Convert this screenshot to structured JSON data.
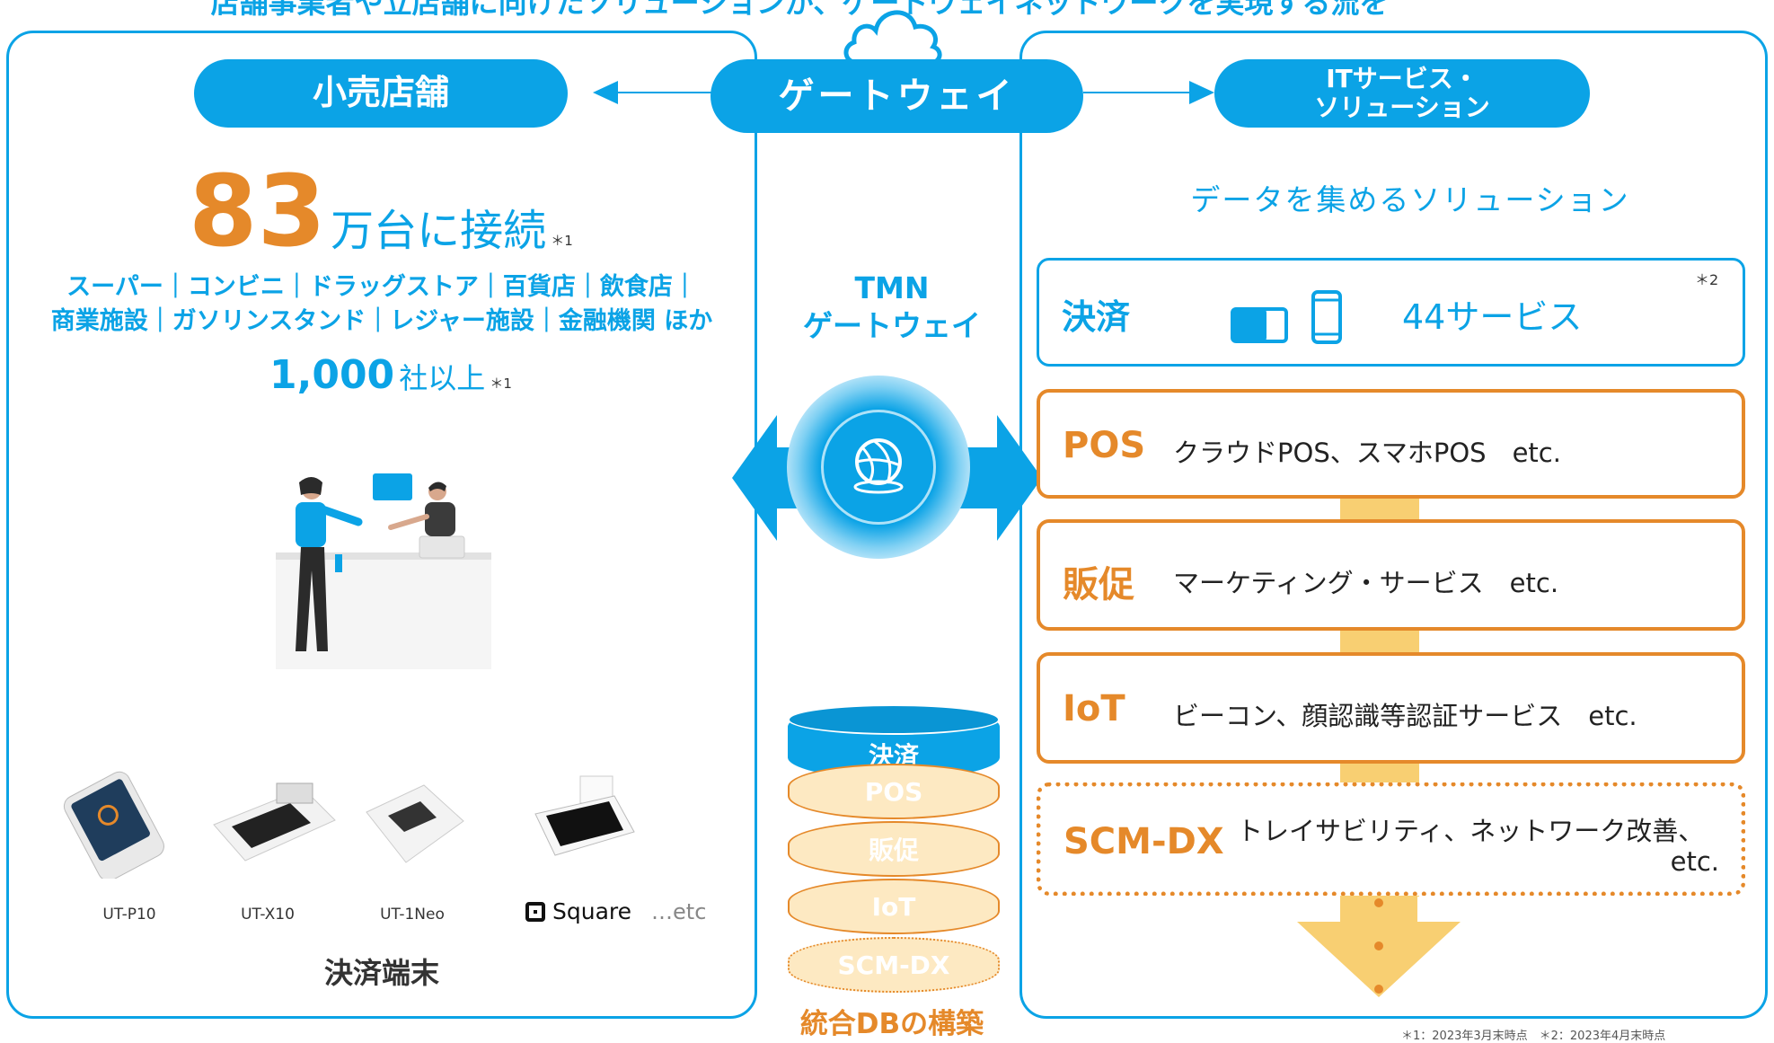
{
  "header": {
    "top_banner": "店舗事業者や立店舗に向けたソリューションが、ゲートウェイネットワークを実現する流を"
  },
  "left": {
    "pill": "小売店舗",
    "count_number": "83",
    "count_suffix": "万台に接続",
    "count_note": "＊1",
    "categories_line1": "スーパー｜コンビニ｜ドラッグストア｜百貨店｜飲食店｜",
    "categories_line2": "商業施設｜ガソリンスタンド｜レジャー施設｜金融機関 ほか",
    "companies_number": "1,000",
    "companies_suffix": "社以上",
    "companies_note": "＊1",
    "devices": [
      "UT-P10",
      "UT-X10",
      "UT-1Neo"
    ],
    "square_label": "Square",
    "etc_label": "…etc",
    "terminals_title": "決済端末"
  },
  "center": {
    "pill": "ゲートウェイ",
    "tmn_line1": "TMN",
    "tmn_line2": "ゲートウェイ",
    "db_layers": [
      "決済",
      "POS",
      "販促",
      "IoT",
      "SCM-DX"
    ],
    "db_title": "統合DBの構築"
  },
  "right": {
    "pill_line1": "ITサービス・",
    "pill_line2": "ソリューション",
    "subtitle": "データを集めるソリューション",
    "payment": {
      "label": "決済",
      "count": "44サービス",
      "note": "＊2"
    },
    "solutions": [
      {
        "label": "POS",
        "desc": "クラウドPOS、スマホPOS　etc."
      },
      {
        "label": "販促",
        "desc": "マーケティング・サービス　etc."
      },
      {
        "label": "IoT",
        "desc": "ビーコン、顔認識等認証サービス　etc."
      }
    ],
    "scm": {
      "label": "SCM-DX",
      "desc_line1": "トレイサビリティ、ネットワーク改善、",
      "desc_line2": "etc."
    }
  },
  "footnote": "＊1：2023年3月末時点　＊2：2023年4月末時点",
  "colors": {
    "blue": "#0ba3e6",
    "orange": "#e5892a",
    "light_orange": "#fde9c2"
  }
}
